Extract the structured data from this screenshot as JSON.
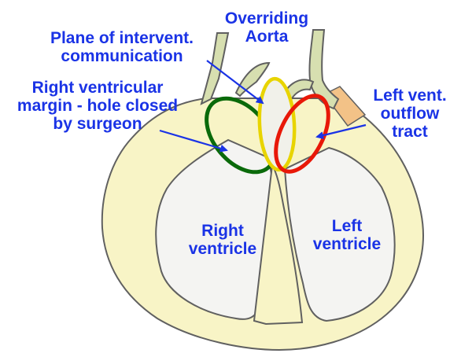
{
  "labels": {
    "overriding_aorta": [
      "Overriding",
      "Aorta"
    ],
    "plane_of_communication": [
      "Plane of intervent.",
      "communication"
    ],
    "right_ventricular_margin": [
      "Right ventricular",
      "margin - hole closed",
      "by surgeon"
    ],
    "left_outflow_tract": [
      "Left vent.",
      "outflow",
      "tract"
    ],
    "right_ventricle": [
      "Right",
      "ventricle"
    ],
    "left_ventricle": [
      "Left",
      "ventricle"
    ]
  },
  "colors": {
    "label_text": "#1a33e6",
    "heart_wall": "#f8f4c6",
    "chamber_fill": "#f4f4f2",
    "outline": "#606060",
    "vessel_wall": "#d7dfb0",
    "right_ventricular_ring": "#0a6a0a",
    "communication_ring": "#e8d400",
    "outflow_ring": "#e81808",
    "outflow_band": "#f3c287",
    "arrow": "#1a33e6"
  }
}
